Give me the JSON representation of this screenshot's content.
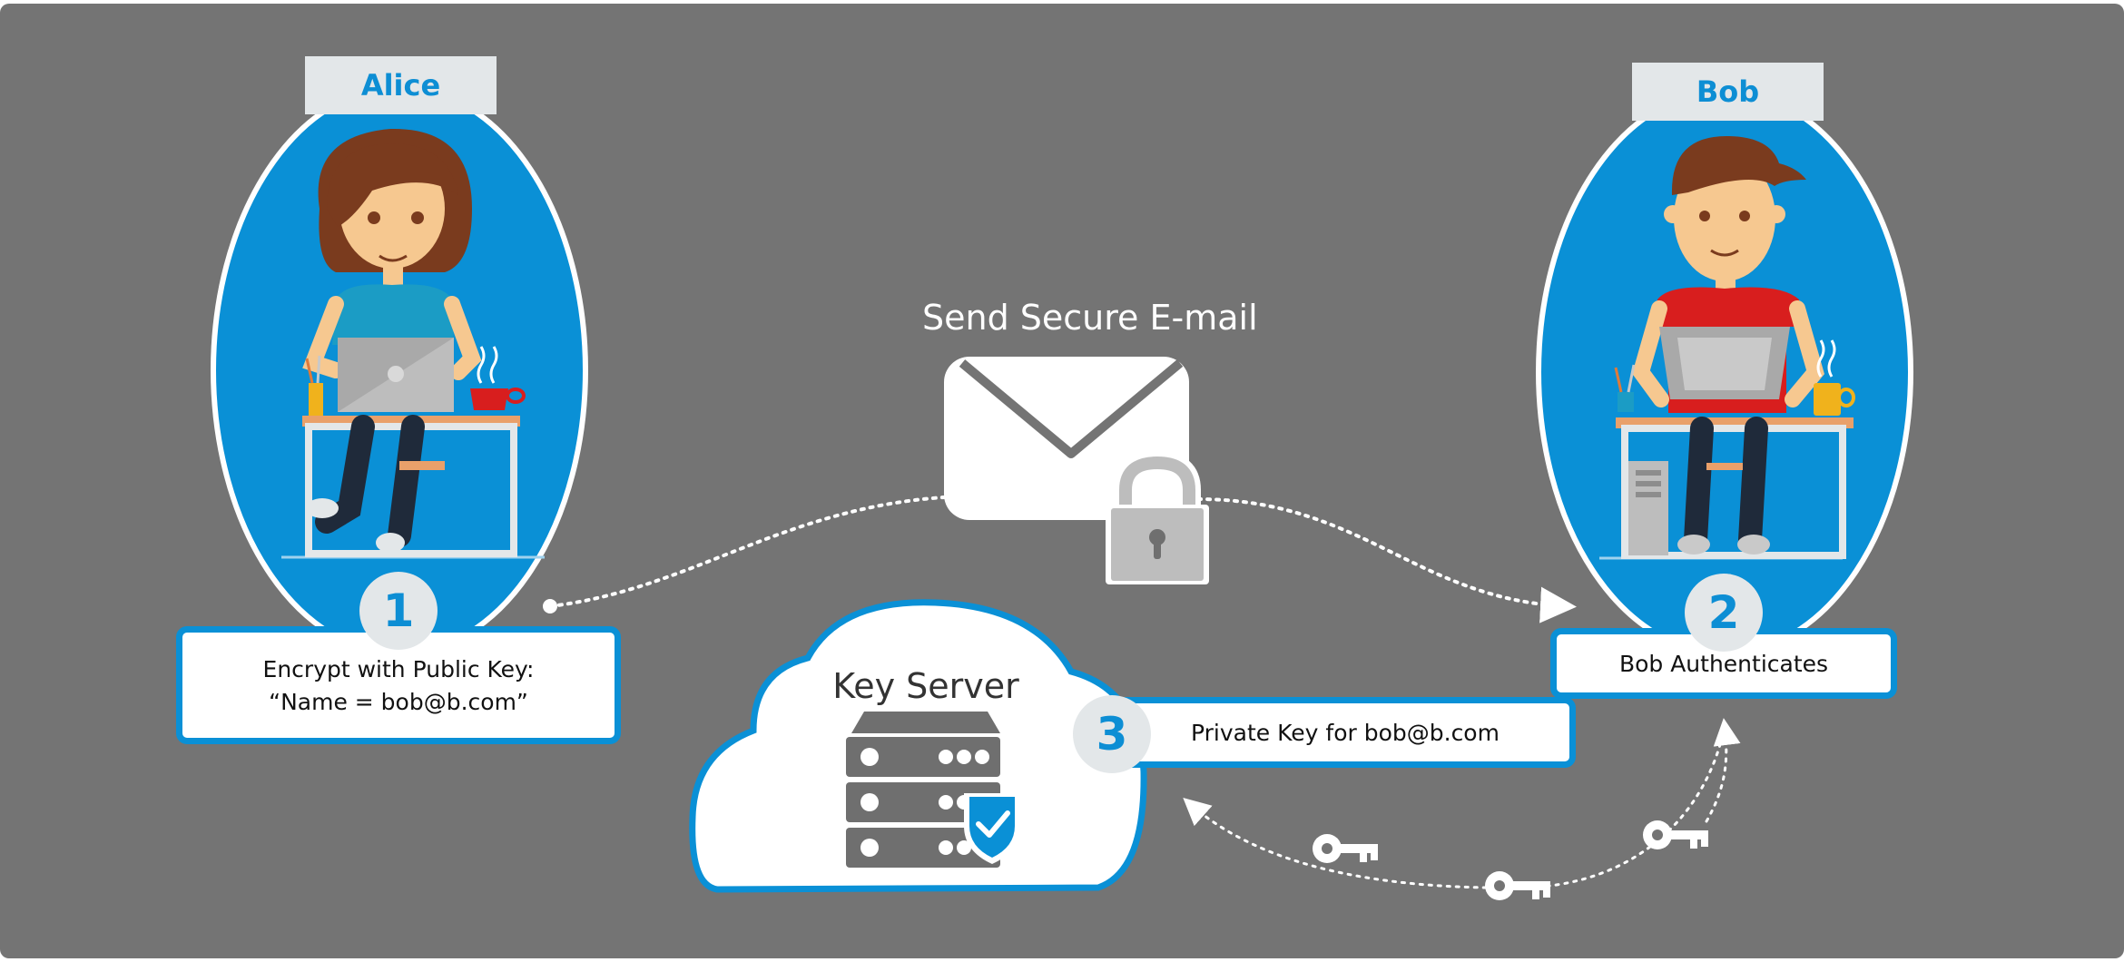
{
  "title": "Send Secure E-mail",
  "alice": {
    "name": "Alice"
  },
  "bob": {
    "name": "Bob"
  },
  "steps": [
    {
      "number": "1",
      "line1": "Encrypt with Public Key:",
      "line2": "“Name = bob@b.com”"
    },
    {
      "number": "2",
      "text": "Bob Authenticates"
    },
    {
      "number": "3",
      "text": "Private Key for bob@b.com"
    }
  ],
  "key_server": {
    "label": "Key Server"
  },
  "colors": {
    "background": "#747474",
    "blue": "#0a90d6",
    "tag": "#e3e7e9",
    "icon_gray": "#6f6f6f",
    "alice_shirt": "#1b9cc5",
    "bob_shirt": "#d81e1e",
    "hair": "#7a3b1e",
    "skin": "#f6c890"
  },
  "icons": [
    "envelope-icon",
    "padlock-icon",
    "cloud-icon",
    "server-icon",
    "shield-check-icon",
    "key-icon",
    "laptop-icon",
    "coffee-cup-icon",
    "computer-tower-icon"
  ]
}
